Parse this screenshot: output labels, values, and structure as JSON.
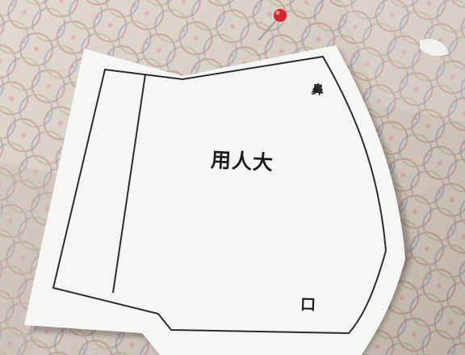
{
  "photo": {
    "subject": "paper-mask-pattern-on-floral-fabric",
    "pattern_labels": {
      "size_label": "用人大",
      "nose_label": "鼻",
      "mouth_label": "口"
    },
    "colors": {
      "paper": "#f6f6f4",
      "outline": "#2c2c2c",
      "fabric_base": "#dcd2c8",
      "fabric_ring_1": "#c98f86",
      "fabric_ring_2": "#8aa0c4",
      "fabric_ring_3": "#a9b98f",
      "pin_head": "#d8252b"
    }
  }
}
